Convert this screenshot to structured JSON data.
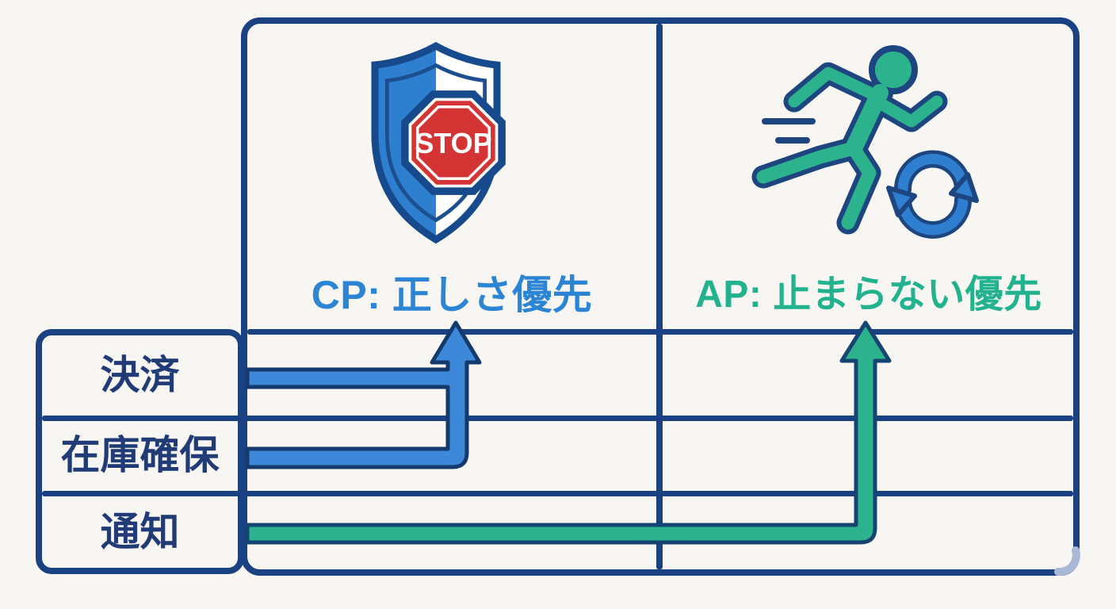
{
  "diagram": {
    "title_implicit": "CP vs AP routing",
    "background_color": "#f7f6f2",
    "grid_line_color": "#1a4181",
    "label_text_color": "#203b76"
  },
  "panels": {
    "cp": {
      "label": "CP: 正しさ優先",
      "label_color": "#2b84d4",
      "icon": "shield-stop-icon",
      "shield_text": "STOP",
      "shield_blue": "#2f7fd0",
      "stop_red": "#d43434"
    },
    "ap": {
      "label": "AP: 止まらない優先",
      "label_color": "#23b28e",
      "icon": "runner-sync-icon",
      "runner_green": "#2cb38e",
      "sync_blue": "#2f7fd0"
    }
  },
  "rows": [
    {
      "label": "決済",
      "routes_to": "CP",
      "arrow_color": "#3d88d8"
    },
    {
      "label": "在庫確保",
      "routes_to": "CP",
      "arrow_color": "#3d88d8"
    },
    {
      "label": "通知",
      "routes_to": "AP",
      "arrow_color": "#2cb38e"
    }
  ],
  "arrows": {
    "blue_outline": "#143a6d",
    "green_outline": "#164472",
    "corner_curl_color": "#a9b8d6"
  }
}
